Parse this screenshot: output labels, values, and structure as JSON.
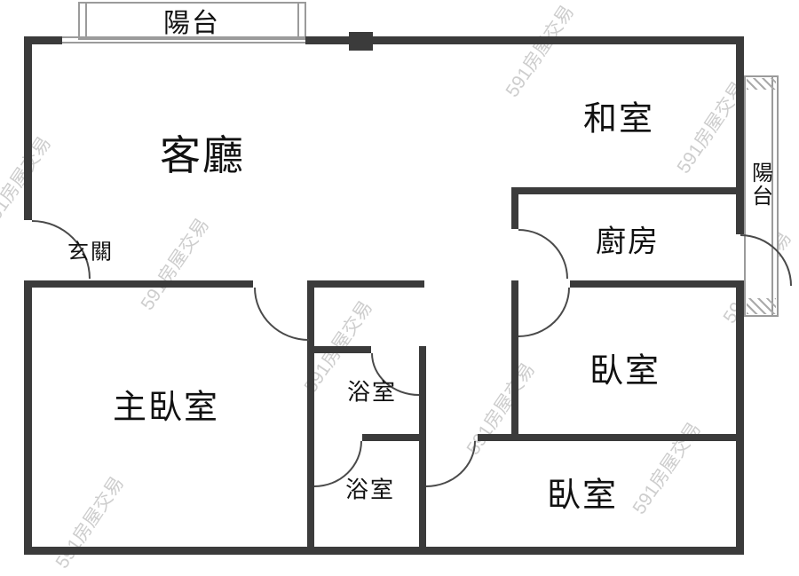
{
  "watermark": {
    "text": "591房屋交易"
  },
  "rooms": {
    "balcony_top": "陽台",
    "living_room": "客廳",
    "tatami_room": "和室",
    "balcony_right": "陽台",
    "entryway": "玄關",
    "kitchen": "廚房",
    "master_bedroom": "主臥室",
    "bathroom_upper": "浴室",
    "bedroom_upper_right": "臥室",
    "bathroom_lower": "浴室",
    "bedroom_lower_right": "臥室"
  },
  "colors": {
    "wall": "#3b3b3b",
    "door_arc": "#4a4a4a",
    "balcony_line": "#9b9b9b",
    "label": "#111111",
    "watermark": "#969696"
  }
}
